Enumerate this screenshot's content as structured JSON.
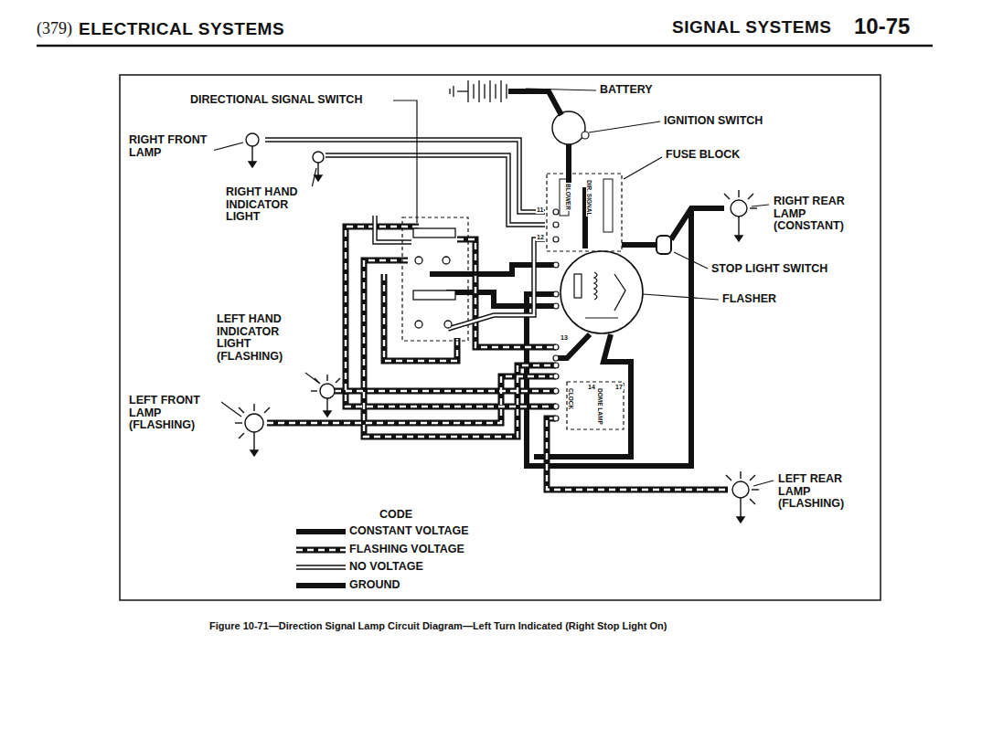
{
  "diagram": {
    "caption": "Figure 10-71—Direction Signal Lamp Circuit Diagram—Left Turn Indicated (Right Stop Light On)",
    "labels": [
      "(379)",
      "ELECTRICAL SYSTEMS",
      "SIGNAL SYSTEMS",
      "10-75",
      "DIRECTIONAL SIGNAL SWITCH",
      "BATTERY",
      "IGNITION SWITCH",
      "FUSE BLOCK",
      "RIGHT FRONT LAMP",
      "RIGHT HAND INDICATOR LIGHT",
      "RIGHT REAR LAMP (CONSTANT)",
      "STOP LIGHT SWITCH",
      "FLASHER",
      "LEFT HAND INDICATOR LIGHT (FLASHING)",
      "LEFT FRONT LAMP (FLASHING)",
      "LEFT REAR LAMP (FLASHING)",
      "CODE",
      "BLOWER",
      "DIR. SIGNAL",
      "CLOCK",
      "DOME LAMP",
      "11",
      "12",
      "13",
      "14",
      "17"
    ],
    "legend": [
      {
        "text": "CONSTANT VOLTAGE"
      },
      {
        "text": "FLASHING VOLTAGE"
      },
      {
        "text": "NO VOLTAGE"
      },
      {
        "text": "GROUND"
      }
    ]
  }
}
